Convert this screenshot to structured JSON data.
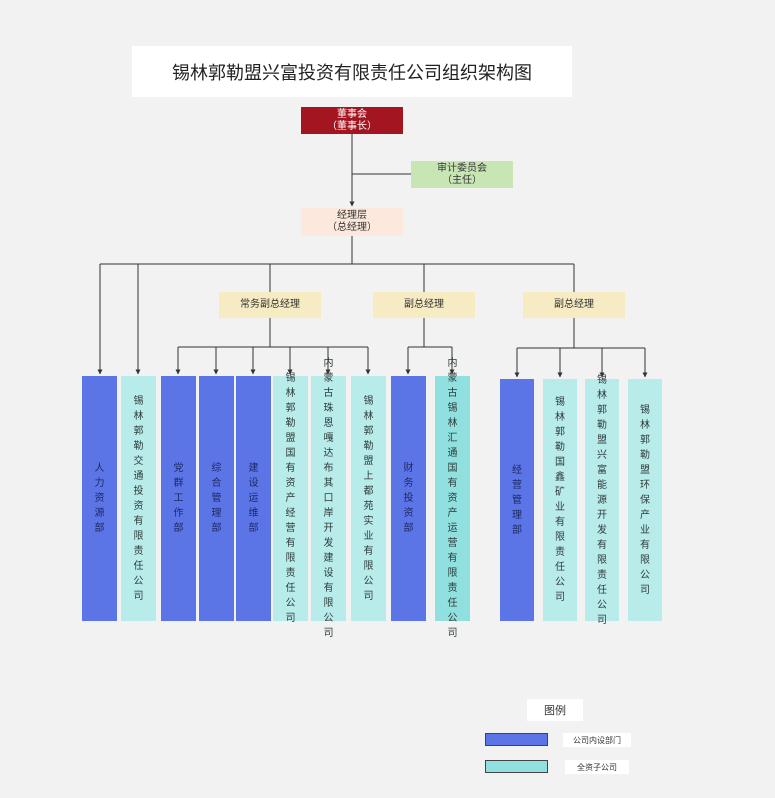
{
  "title": "锡林郭勒盟兴富投资有限责任公司组织架构图",
  "board": {
    "line1": "董事会",
    "line2": "（董事长）"
  },
  "audit": {
    "line1": "审计委员会",
    "line2": "（主任）"
  },
  "management": {
    "line1": "经理层",
    "line2": "（总经理）"
  },
  "vps": [
    {
      "label": "常务副总经理"
    },
    {
      "label": "副总经理"
    },
    {
      "label": "副总经理"
    }
  ],
  "units": [
    {
      "label": "人力资源部",
      "kind": "dept"
    },
    {
      "label": "锡林郭勒交通投资有限责任公司",
      "kind": "sub"
    },
    {
      "label": "党群工作部",
      "kind": "dept"
    },
    {
      "label": "综合管理部",
      "kind": "dept"
    },
    {
      "label": "建设运维部",
      "kind": "dept"
    },
    {
      "label": "锡林郭勒盟国有资产经营有限责任公司",
      "kind": "sub"
    },
    {
      "label": "内蒙古珠恩嘎达布其口岸开发建设有限公司",
      "kind": "sub"
    },
    {
      "label": "锡林郭勒盟上都苑实业有限公司",
      "kind": "sub"
    },
    {
      "label": "财务投资部",
      "kind": "dept"
    },
    {
      "label": "内蒙古锡林汇通国有资产运营有限责任公司",
      "kind": "sub"
    },
    {
      "label": "经营管理部",
      "kind": "dept"
    },
    {
      "label": "锡林郭勒国鑫矿业有限责任公司",
      "kind": "sub"
    },
    {
      "label": "锡林郭勒盟兴富能源开发有限责任公司",
      "kind": "sub"
    },
    {
      "label": "锡林郭勒盟环保产业有限公司",
      "kind": "sub"
    }
  ],
  "legend": {
    "title": "图例",
    "items": [
      {
        "label": "公司内设部门",
        "color": "#5b74e6"
      },
      {
        "label": "全资子公司",
        "color": "#8fe0df"
      }
    ]
  },
  "colors": {
    "board": "#a31621",
    "dept": "#5b74e6",
    "sub": "#b8ecea"
  }
}
